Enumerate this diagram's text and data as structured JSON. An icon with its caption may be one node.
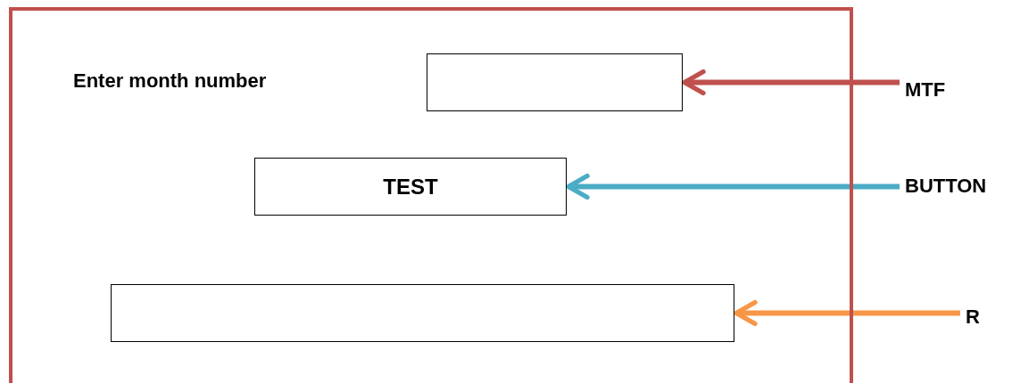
{
  "diagram": {
    "nodes": [
      {
        "text": [],
        "shape": "box"
      },
      {
        "text": [
          "TEST"
        ]
      },
      {
        "text": [],
        "shape": "box"
      },
      {
        "text": [
          "MTF"
        ]
      },
      {
        "text": [
          "BUTTON"
        ]
      },
      {
        "text": [
          "R"
        ]
      }
    ],
    "edges": [
      {
        "from": 3,
        "to": 0,
        "arrow": "to",
        "color": "#c0504d"
      },
      {
        "from": 4,
        "to": 1,
        "arrow": "to",
        "color": "#4bacc6"
      },
      {
        "from": 5,
        "to": 2,
        "arrow": "to",
        "color": "#f79646"
      }
    ],
    "labels": [
      "Enter month number"
    ]
  }
}
